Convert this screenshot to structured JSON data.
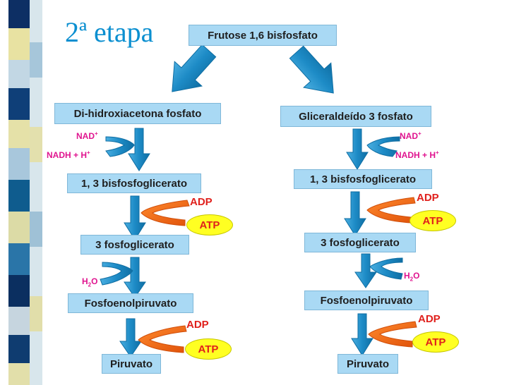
{
  "title": "2ª etapa",
  "nodes": {
    "frutose": "Frutose 1,6 bisfosfato",
    "dihidroxiacetona": "Di-hidroxiacetona fosfato",
    "gliceraldeido": "Gliceraldeído 3 fosfato",
    "bisfosfoglicerato_left": "1, 3 bisfosfoglicerato",
    "bisfosfoglicerato_right": "1, 3 bisfosfoglicerato",
    "fosfoglicerato_left": "3 fosfoglicerato",
    "fosfoglicerato_right": "3 fosfoglicerato",
    "fosfoenolpiruvato_left": "Fosfoenolpiruvato",
    "fosfoenolpiruvato_right": "Fosfoenolpiruvato",
    "piruvato_left": "Piruvato",
    "piruvato_right": "Piruvato"
  },
  "labels": {
    "nad": "NAD",
    "nad_plus": "+",
    "nadh": "NADH + H",
    "h_plus": "+",
    "adp": "ADP",
    "atp": "ATP",
    "h2o_h": "H",
    "h2o_2": "2",
    "h2o_o": "O"
  },
  "colors": {
    "blue_arrow": "#1d8bc6",
    "orange_arrow": "#f06a0f",
    "box_fill": "#a9d9f4",
    "nad_color": "#e0148f",
    "adp_color": "#e0201c",
    "atp_fill": "#ffff22",
    "title_color": "#0b8fd0"
  }
}
